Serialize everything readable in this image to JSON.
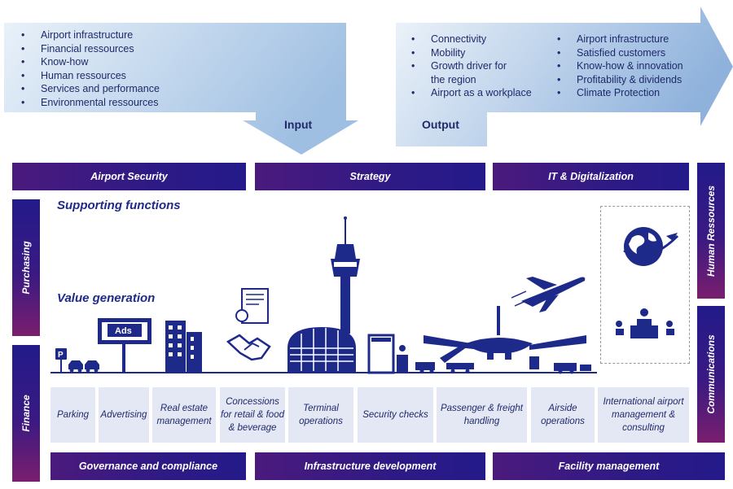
{
  "input": {
    "label": "Input",
    "bullet_glyph": "•",
    "items": [
      "Airport infrastructure",
      "Financial ressources",
      "Know-how",
      "Human ressources",
      "Services and performance",
      "Environmental ressources"
    ]
  },
  "output": {
    "label": "Output",
    "col1": [
      "Connectivity",
      "Mobility",
      "Growth driver for",
      "the region",
      "Airport as a workplace"
    ],
    "col2": [
      "Airport infrastructure",
      "Satisfied customers",
      "Know-how & innovation",
      "Profitability & dividends",
      "Climate Protection"
    ]
  },
  "top_bars": {
    "airport_security": "Airport Security",
    "strategy": "Strategy",
    "it_digitalization": "IT & Digitalization"
  },
  "side_bars": {
    "purchasing": "Purchasing",
    "finance": "Finance",
    "human_ressources": "Human Ressources",
    "communications": "Communications"
  },
  "headings": {
    "supporting": "Supporting functions",
    "value": "Value generation"
  },
  "icons": {
    "ads_sign": "Ads",
    "parking_sign": "P"
  },
  "processes": [
    "Parking",
    "Advertising",
    "Real estate management",
    "Concessions for retail & food & beverage",
    "Terminal operations",
    "Security checks",
    "Passenger & freight handling",
    "Airside operations",
    "International airport management & consulting"
  ],
  "bottom_bars": {
    "governance": "Governance and compliance",
    "infrastructure": "Infrastructure development",
    "facility": "Facility management"
  },
  "colors": {
    "navy": "#1e2a8a",
    "purple": "#4b1a7d",
    "arrow_light": "#dfeaf6",
    "arrow_dark": "#92b4dc",
    "box": "#e4e7f4"
  }
}
